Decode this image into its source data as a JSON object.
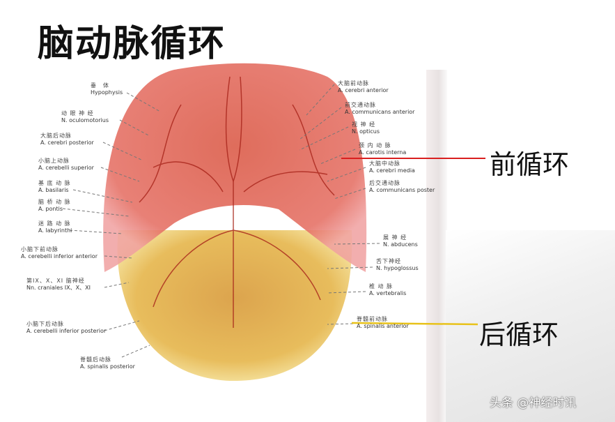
{
  "title": "脑动脉循环",
  "labels_left": [
    {
      "cn": "垂　体",
      "en": "Hypophysis"
    },
    {
      "cn": "动 眼 神 经",
      "en": "N. oculomotorius"
    },
    {
      "cn": "大脑后动脉",
      "en": "A. cerebri posterior"
    },
    {
      "cn": "小脑上动脉",
      "en": "A. cerebelli superior"
    },
    {
      "cn": "基 底 动 脉",
      "en": "A. basilaris"
    },
    {
      "cn": "脑 桥 动 脉",
      "en": "A. pontis"
    },
    {
      "cn": "迷 路 动 脉",
      "en": "A. labyrinthi"
    },
    {
      "cn": "小脑下前动脉",
      "en": "A. cerebelli inferior anterior"
    },
    {
      "cn": "第IX、X、XI 脑神经",
      "en": "Nn. craniales IX、X、XI"
    },
    {
      "cn": "小脑下后动脉",
      "en": "A. cerebelli inferior posterior"
    },
    {
      "cn": "脊髓后动脉",
      "en": "A. spinalis posterior"
    }
  ],
  "labels_right": [
    {
      "cn": "大脑前动脉",
      "en": "A. cerebri anterior"
    },
    {
      "cn": "前交通动脉",
      "en": "A. communicans anterior"
    },
    {
      "cn": "视 神 经",
      "en": "N. opticus"
    },
    {
      "cn": "颈 内 动 脉",
      "en": "A. carotis interna"
    },
    {
      "cn": "大脑中动脉",
      "en": "A. cerebri media"
    },
    {
      "cn": "后交通动脉",
      "en": "A. communicans poster"
    },
    {
      "cn": "展 神 经",
      "en": "N. abducens"
    },
    {
      "cn": "舌下神经",
      "en": "N. hypoglossus"
    },
    {
      "cn": "椎 动 脉",
      "en": "A. vertebralis"
    },
    {
      "cn": "脊髓前动脉",
      "en": "A. spinalis anterior"
    }
  ],
  "anterior_label": "前循环",
  "posterior_label": "后循环",
  "watermark": "头条 @神经时讯",
  "colors": {
    "anterior": "#d91f1f",
    "posterior": "#e8c21a",
    "anterior_overlay": "#e85a5a",
    "posterior_overlay": "#f3d34a"
  }
}
